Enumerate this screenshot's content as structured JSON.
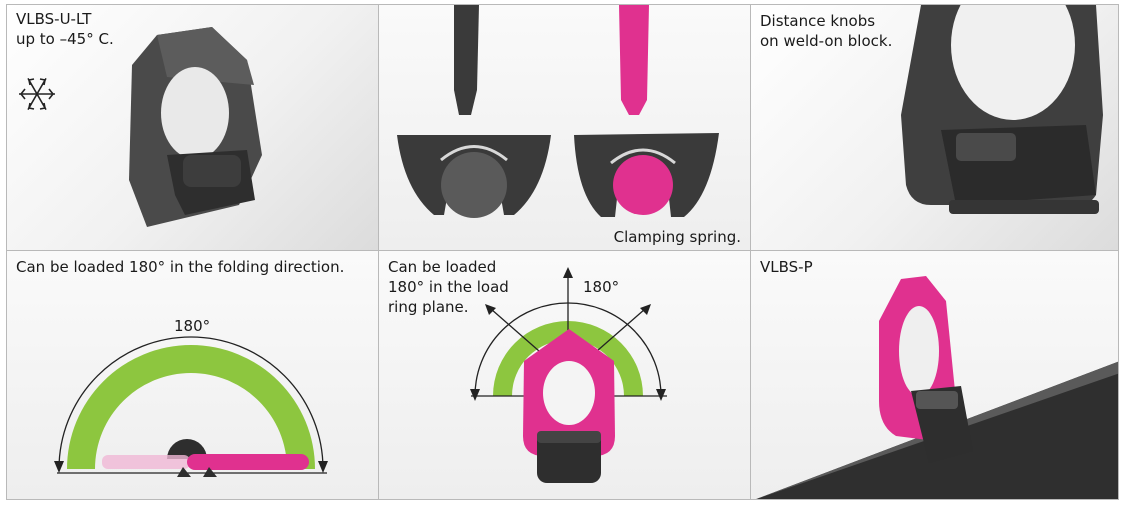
{
  "panels": [
    {
      "id": "vlbs-u-lt",
      "caption": "VLBS-U-LT\nup to –45° C.",
      "icon": "snowflake-icon"
    },
    {
      "id": "clamping-spring",
      "caption": "Clamping spring."
    },
    {
      "id": "distance-knobs",
      "caption": "Distance knobs\non weld-on block."
    },
    {
      "id": "folding-direction",
      "caption": "Can be loaded 180° in the folding direction.",
      "angle": "180°"
    },
    {
      "id": "load-ring-plane",
      "caption": "Can be loaded\n180° in the load\nring plane.",
      "angle": "180°"
    },
    {
      "id": "vlbs-p",
      "caption": "VLBS-P"
    }
  ],
  "colors": {
    "pink": "#e0318f",
    "dark": "#3a3a3a",
    "green": "#8dc63f",
    "border": "#b9b9b9"
  }
}
